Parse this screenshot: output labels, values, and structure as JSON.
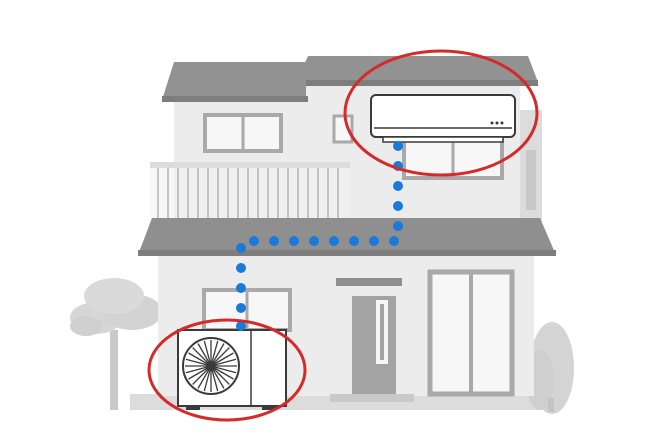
{
  "diagram": {
    "subject": "house-with-split-air-conditioner",
    "components": [
      "indoor-unit",
      "outdoor-unit",
      "refrigerant-line"
    ],
    "colors": {
      "background": "#ffffff",
      "house_wall": "#ececec",
      "house_wall_dark": "#dcdcdc",
      "roof": "#8f8f8f",
      "roof_dark": "#7d7d7d",
      "window_frame": "#a9a9a9",
      "window_glass": "#f7f7f7",
      "railing": "#c4c4c4",
      "tree": "#d4d4d4",
      "unit_body": "#ffffff",
      "unit_outline": "#3a3a3a",
      "highlight_ring": "#d42a2a",
      "pipe_dots": "#1a7ad9"
    }
  }
}
